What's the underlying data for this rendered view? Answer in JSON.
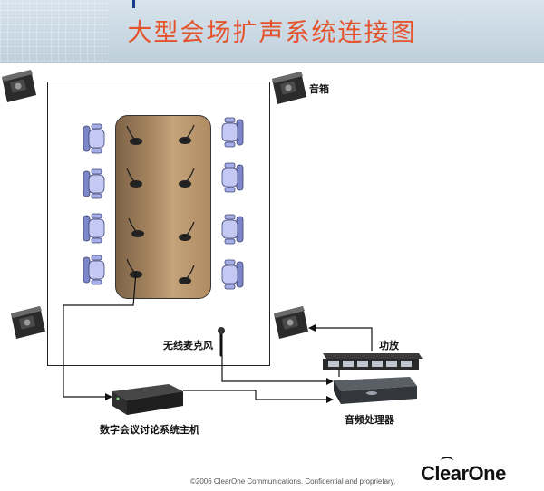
{
  "title": "大型会场扩声系统连接图",
  "labels": {
    "speaker": "音箱",
    "wireless_mic": "无线麦克风",
    "amplifier": "功放",
    "audio_processor": "音频处理器",
    "conference_host": "数字会议讨论系统主机"
  },
  "footer": "©2006 ClearOne Communications. Confidential and proprietary.",
  "logo": "ClearOne",
  "colors": {
    "title": "#e4532c",
    "chair": "#a6aee8",
    "table": "#a4845f",
    "line": "#111111"
  }
}
